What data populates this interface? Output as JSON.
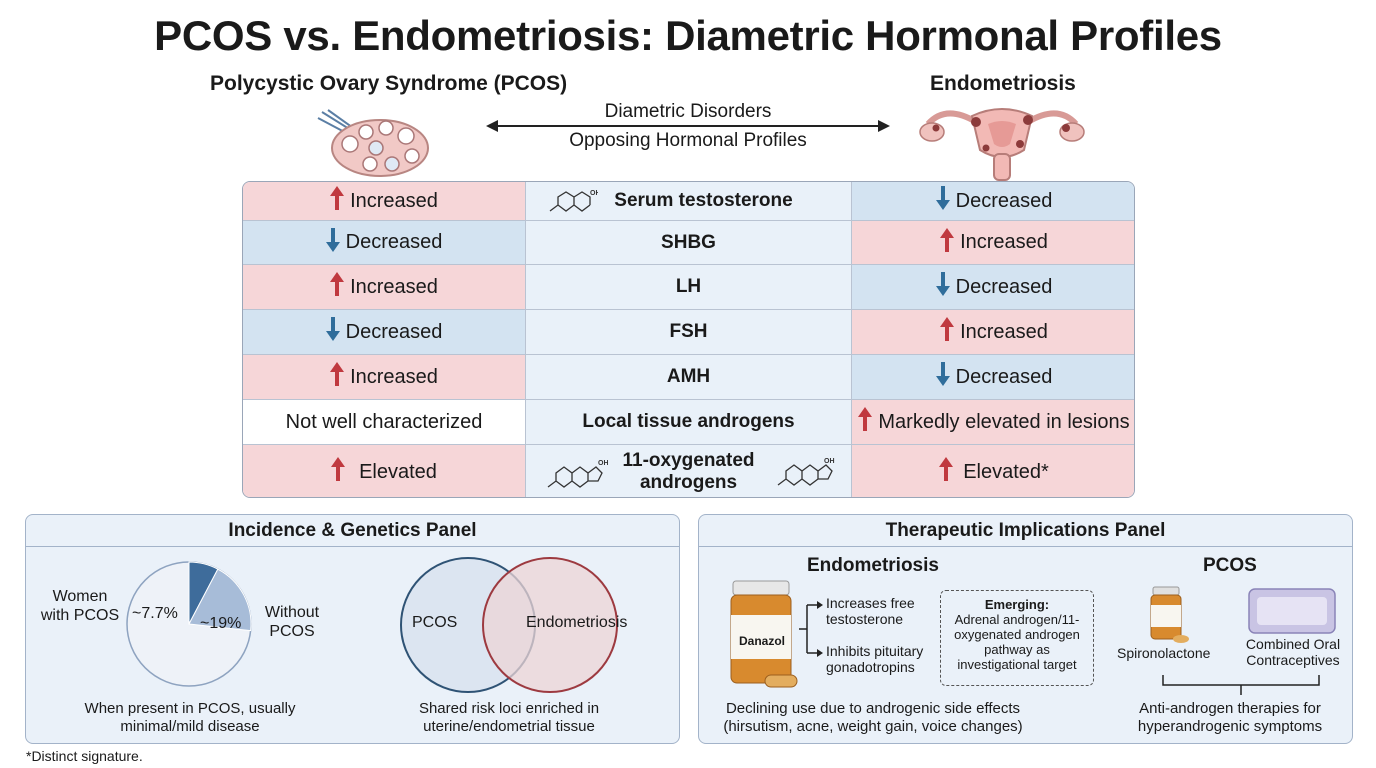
{
  "title": "PCOS vs. Endometriosis: Diametric Hormonal Profiles",
  "left_title": "Polycystic Ovary Syndrome (PCOS)",
  "right_title": "Endometriosis",
  "center_top": "Diametric Disorders",
  "center_bottom": "Opposing Hormonal Profiles",
  "rows": [
    {
      "marker": "Serum testosterone",
      "pcos": "Increased",
      "endo": "Decreased",
      "pcos_dir": "up",
      "endo_dir": "down"
    },
    {
      "marker": "SHBG",
      "pcos": "Decreased",
      "endo": "Increased",
      "pcos_dir": "down",
      "endo_dir": "up"
    },
    {
      "marker": "LH",
      "pcos": "Increased",
      "endo": "Decreased",
      "pcos_dir": "up",
      "endo_dir": "down"
    },
    {
      "marker": "FSH",
      "pcos": "Decreased",
      "endo": "Increased",
      "pcos_dir": "down",
      "endo_dir": "up"
    },
    {
      "marker": "AMH",
      "pcos": "Increased",
      "endo": "Decreased",
      "pcos_dir": "up",
      "endo_dir": "down"
    },
    {
      "marker": "Local tissue androgens",
      "pcos": "Not well characterized",
      "endo": "Markedly elevated in lesions",
      "pcos_dir": "none",
      "endo_dir": "up"
    },
    {
      "marker": "11-oxygenated androgens",
      "pcos": "Elevated",
      "endo": "Elevated*",
      "pcos_dir": "up",
      "endo_dir": "up"
    }
  ],
  "incidence": {
    "heading": "Incidence & Genetics Panel",
    "pie_left_label": "Women with PCOS",
    "pie_pct_large": "~7.7%",
    "pie_pct_small": "~19%",
    "pie_right_label": "Without PCOS",
    "pie_values": [
      7.7,
      19
    ],
    "pie_caption": "When present in PCOS, usually minimal/mild disease",
    "venn_left": "PCOS",
    "venn_right": "Endometriosis",
    "venn_caption": "Shared risk loci enriched in uterine/endometrial tissue"
  },
  "therapy": {
    "heading": "Therapeutic Implications Panel",
    "endo_heading": "Endometriosis",
    "drug": "Danazol",
    "effect1": "Increases free testosterone",
    "effect2": "Inhibits pituitary gonadotropins",
    "emerging_title": "Emerging:",
    "emerging_text": "Adrenal androgen/11-oxygenated androgen pathway as investigational target",
    "endo_caption": "Declining use due to androgenic side effects (hirsutism, acne, weight gain, voice changes)",
    "pcos_heading": "PCOS",
    "drug_a": "Spironolactone",
    "drug_b": "Combined Oral Contraceptives",
    "pcos_caption": "Anti-androgen therapies for hyperandrogenic symptoms"
  },
  "footnote": "*Distinct signature.",
  "colors": {
    "increase": "#c0393f",
    "decrease": "#2f6d9b",
    "inc_bg": "#f6d6d8",
    "dec_bg": "#d3e3f1"
  }
}
